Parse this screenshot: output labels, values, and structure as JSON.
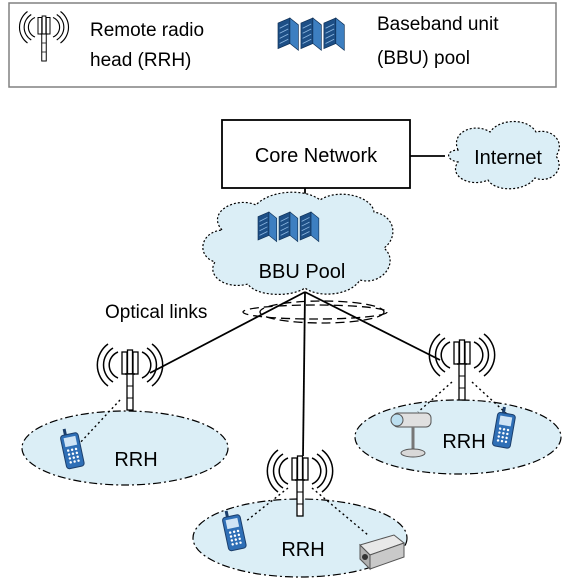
{
  "legend": {
    "rrh_line1": "Remote radio",
    "rrh_line2": "head (RRH)",
    "bbu_line1": "Baseband unit",
    "bbu_line2": "(BBU) pool",
    "rrh_icon": "antenna-tower-icon",
    "bbu_icon": "server-rack-icon"
  },
  "nodes": {
    "core_network": "Core Network",
    "internet": "Internet",
    "bbu_pool": "BBU Pool",
    "optical_links": "Optical links",
    "rrh_left": "RRH",
    "rrh_center": "RRH",
    "rrh_right": "RRH"
  },
  "devices": {
    "phone_icon": "mobile-phone-icon",
    "camera_icon": "security-camera-icon",
    "projector_icon": "camera-device-icon"
  },
  "colors": {
    "cloud_fill": "#dbeef6",
    "cell_fill": "#dbeef6",
    "server_blue": "#3d7fc1",
    "server_dark": "#1d4f86",
    "phone_blue": "#2f6fb6",
    "line": "#000000"
  }
}
